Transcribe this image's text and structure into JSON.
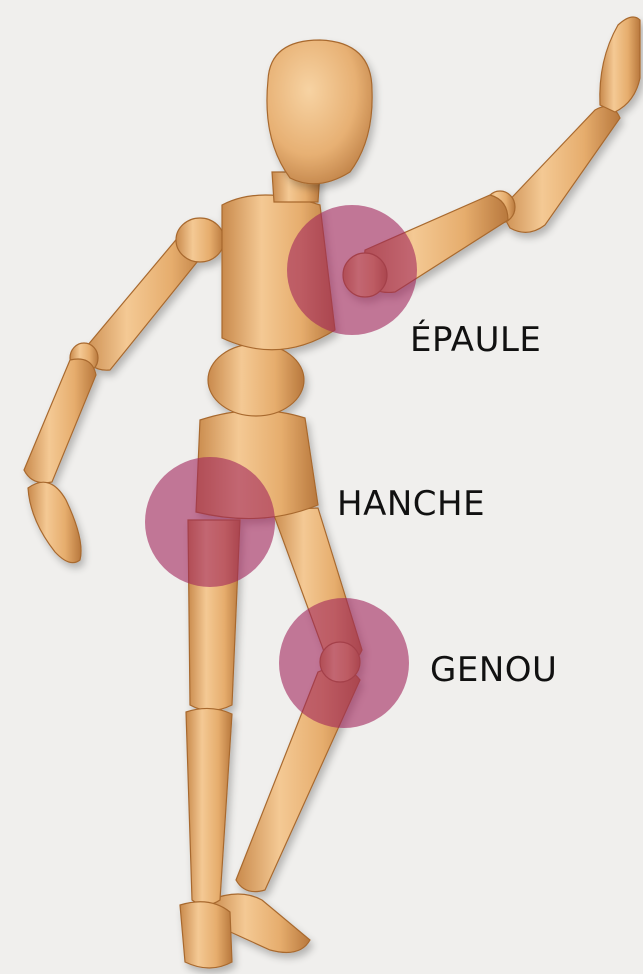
{
  "joints": [
    {
      "id": "epaule",
      "label": "ÉPAULE"
    },
    {
      "id": "hanche",
      "label": "HANCHE"
    },
    {
      "id": "genou",
      "label": "GENOU"
    }
  ],
  "colors": {
    "background": "#f0efed",
    "wood_light": "#f2c58e",
    "wood_mid": "#e3a867",
    "wood_dark": "#b9793e",
    "highlight": "#a1245c",
    "highlight_opacity": 0.6
  }
}
